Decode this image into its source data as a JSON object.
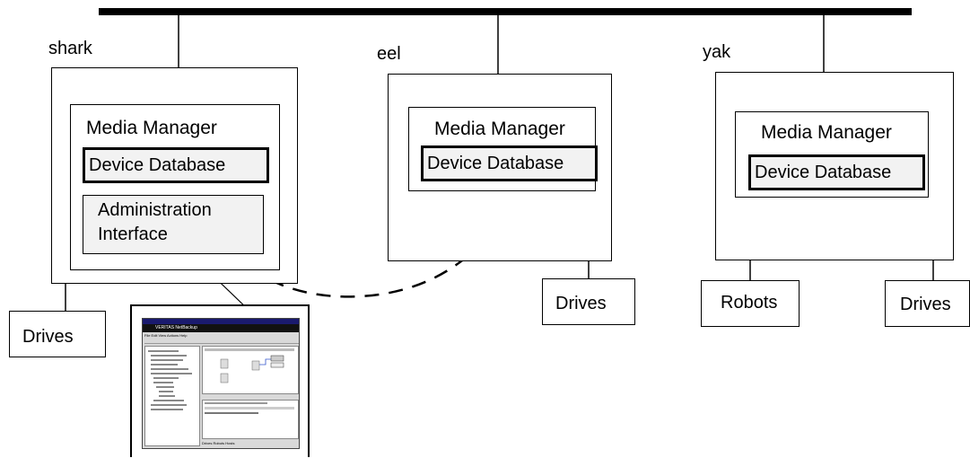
{
  "hosts": [
    {
      "name": "shark",
      "media_manager": "Media Manager",
      "device_database": "Device Database",
      "admin_line1": "Administration",
      "admin_line2": "Interface"
    },
    {
      "name": "eel",
      "media_manager": "Media Manager",
      "device_database": "Device Database"
    },
    {
      "name": "yak",
      "media_manager": "Media Manager",
      "device_database": "Device Database"
    }
  ],
  "peripherals": {
    "shark_drives": "Drives",
    "eel_drives": "Drives",
    "yak_robots": "Robots",
    "yak_drives": "Drives"
  },
  "screenshot": {
    "banner": "VERITAS NetBackup",
    "menu": "File  Edit  View  Actions  Help",
    "tabs": "Drives   Robots   Hosts"
  },
  "colors": {
    "line": "#000000",
    "database_fill": "#f2f2f2"
  }
}
